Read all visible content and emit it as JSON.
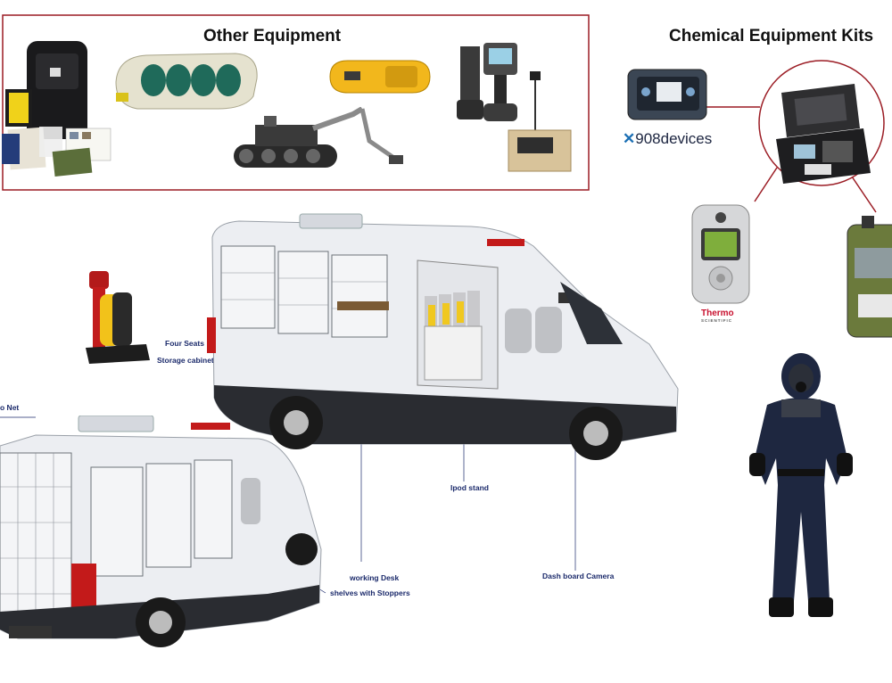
{
  "headings": {
    "other_equipment": "Other Equipment",
    "chemical_kits": "Chemical Equipment Kits"
  },
  "brands": {
    "devices_908": "908devices",
    "thermo": "Thermo",
    "thermo_sub": "SCIENTIFIC"
  },
  "callouts": {
    "four_seats": "Four Seats",
    "storage_cabinet": "Storage cabinet",
    "cargo_net": "o Net",
    "ipod_stand": "Ipod stand",
    "working_desk": "working Desk",
    "shelves_stoppers": "shelves with Stoppers",
    "dash_camera": "Dash board Camera"
  },
  "colors": {
    "frame_red": "#9b1c24",
    "callout_blue": "#1b2a6b",
    "van_body": "#eceef2",
    "van_dark": "#2a2c31",
    "suit_navy": "#1e2740"
  },
  "icons": {
    "backpack": "backpack-icon",
    "stretcher": "decon-stretcher-icon",
    "robot": "tracked-robot-icon",
    "yellow_detector": "yellow-detector-icon",
    "handheld": "handheld-analyzer-icon",
    "sensor_box": "sensor-box-icon"
  }
}
